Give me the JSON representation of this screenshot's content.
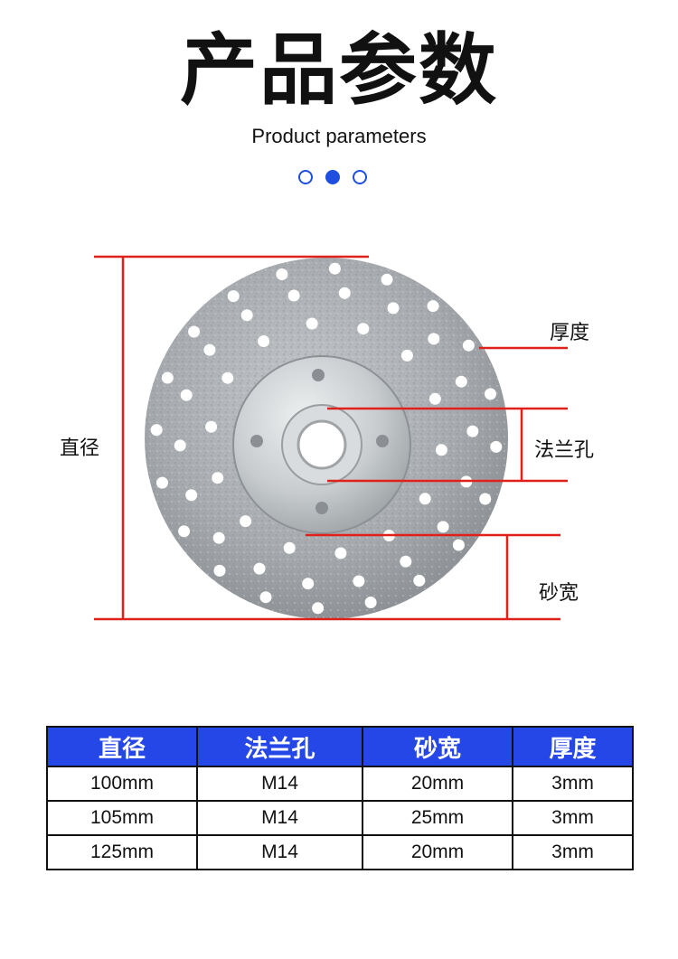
{
  "header": {
    "title": "产品参数",
    "subtitle": "Product parameters"
  },
  "diagram": {
    "labels": {
      "diameter": "直径",
      "thickness": "厚度",
      "flange_hole": "法兰孔",
      "sand_width": "砂宽"
    },
    "colors": {
      "dimension_line": "#e0201b",
      "disc_grit": "#a9adb1",
      "hub": "#cfd3d6"
    }
  },
  "table": {
    "headers": [
      "直径",
      "法兰孔",
      "砂宽",
      "厚度"
    ],
    "rows": [
      [
        "100mm",
        "M14",
        "20mm",
        "3mm"
      ],
      [
        "105mm",
        "M14",
        "25mm",
        "3mm"
      ],
      [
        "125mm",
        "M14",
        "20mm",
        "3mm"
      ]
    ],
    "colors": {
      "header_bg": "#2547e8",
      "header_text": "#ffffff"
    }
  }
}
